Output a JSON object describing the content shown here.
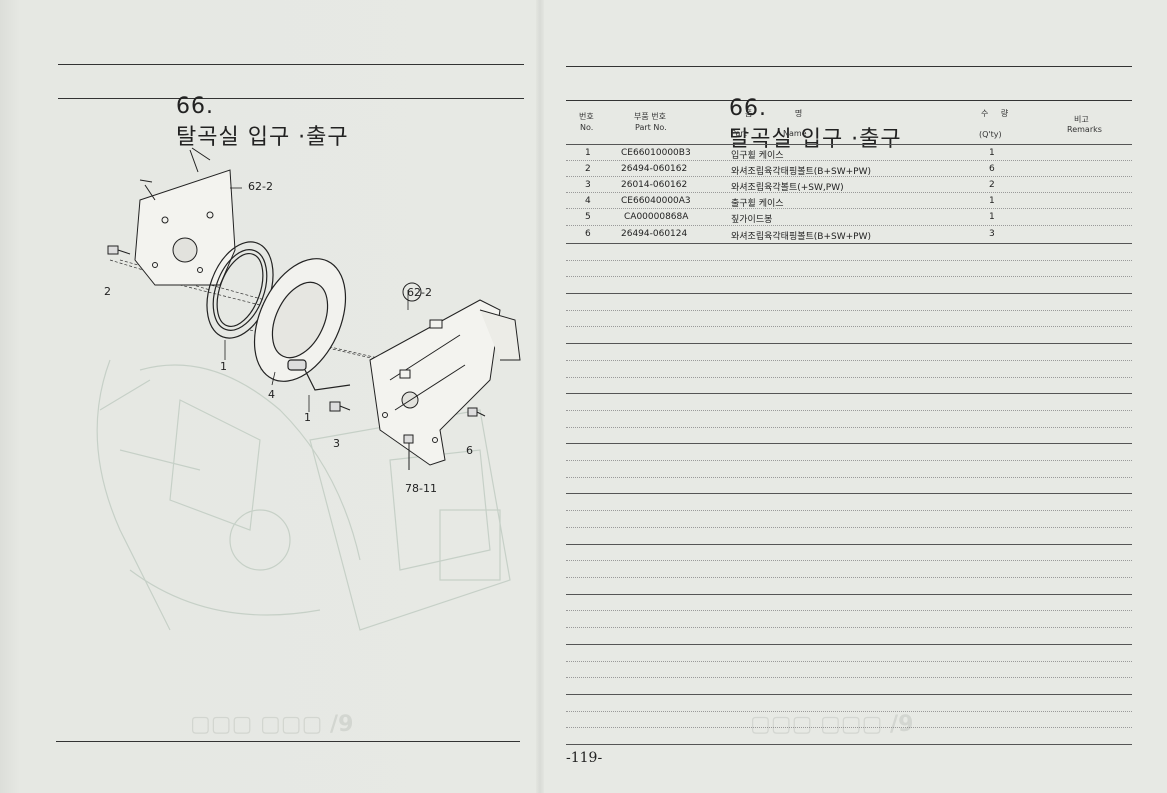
{
  "left_page": {
    "title_number": "66.",
    "title": "탈곡실 입구 ·출구",
    "callouts": [
      "62-2",
      "2",
      "1",
      "4",
      "62-2",
      "1",
      "3",
      "6",
      "78-11"
    ]
  },
  "right_page": {
    "title_number": "66.",
    "title": "탈곡실 입구 ·출구",
    "columns": {
      "no_ko": "번호",
      "no_en": "No.",
      "part_no_ko": "부품 번호",
      "part_no_en": "Part No.",
      "name_ko": "품 명",
      "part_en": "Part",
      "name_en": "Name",
      "qty_ko": "수 량",
      "qty_en": "(Q'ty)",
      "remarks_ko": "비고",
      "remarks_en": "Remarks"
    },
    "rows": [
      {
        "no": "1",
        "part_no": "CE66010000B3",
        "name": "입구휠 케이스",
        "qty": "1"
      },
      {
        "no": "2",
        "part_no": "26494-060162",
        "name": "와셔조립육각태핑볼트(B+SW+PW)",
        "qty": "6"
      },
      {
        "no": "3",
        "part_no": "26014-060162",
        "name": "와셔조립육각볼트(+SW,PW)",
        "qty": "2"
      },
      {
        "no": "4",
        "part_no": "CE66040000A3",
        "name": "출구휠 케이스",
        "qty": "1"
      },
      {
        "no": "5",
        "part_no": "CA00000868A",
        "name": "짚가이드봉",
        "qty": "1"
      },
      {
        "no": "6",
        "part_no": "26494-060124",
        "name": "와셔조립육각태핑볼트(B+SW+PW)",
        "qty": "3"
      }
    ],
    "page_number": "-119-"
  }
}
